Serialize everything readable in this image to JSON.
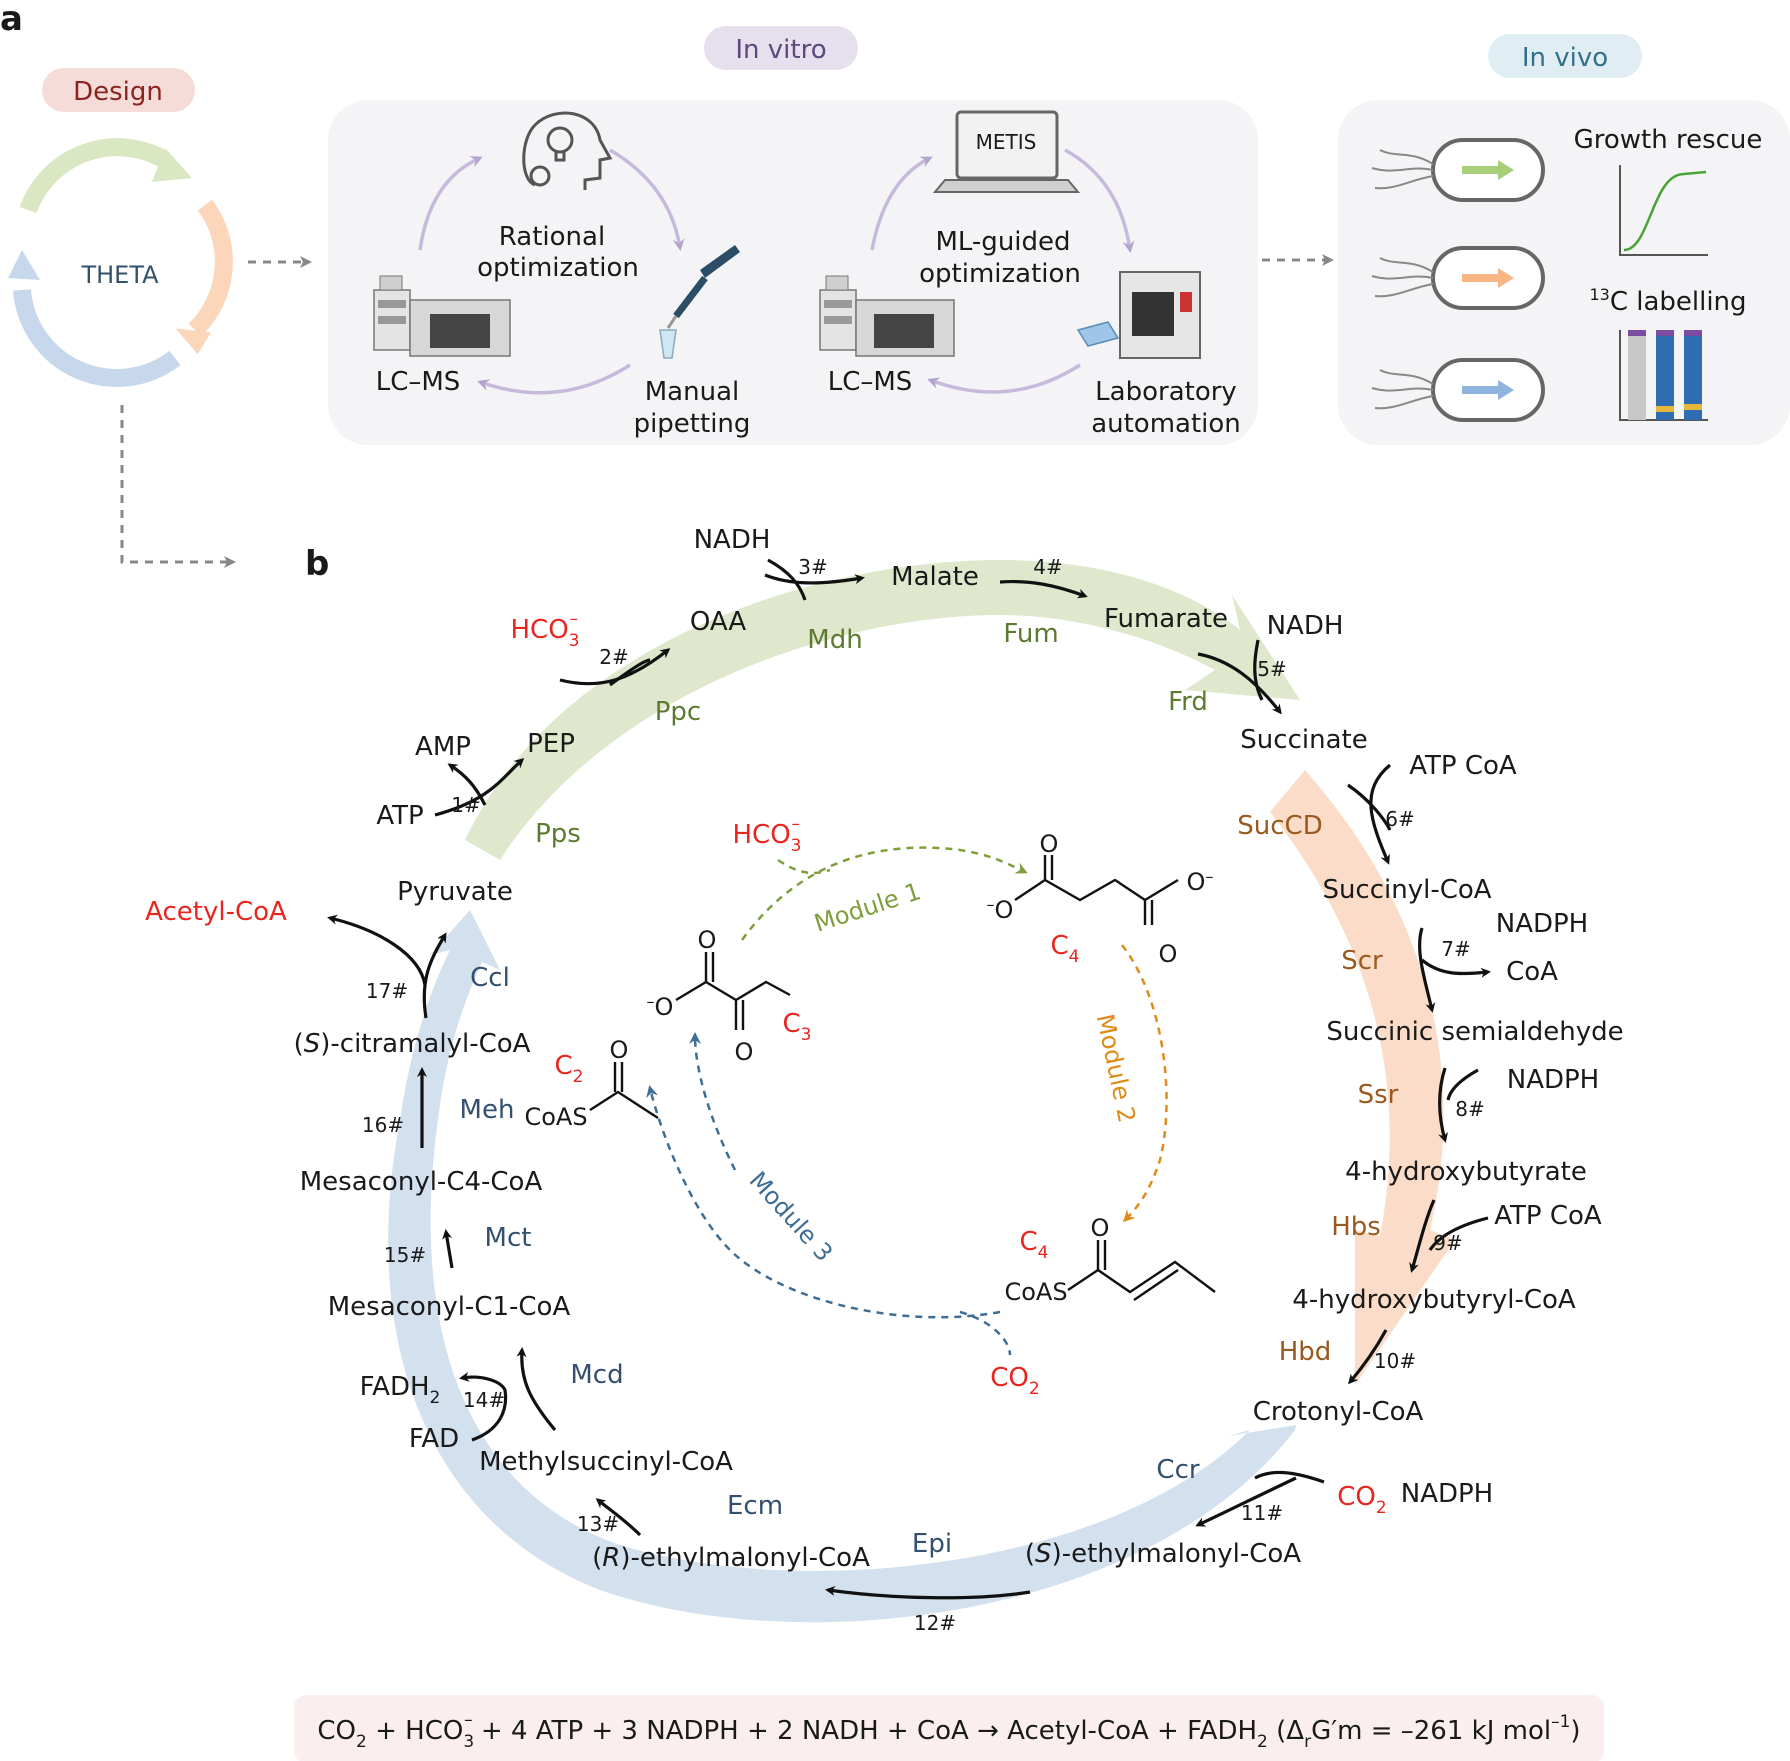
{
  "panel_a": {
    "label": "a",
    "design_pill": "Design",
    "design_cycle_label": "THETA",
    "invitro_pill": "In vitro",
    "invivo_pill": "In vivo",
    "rational": {
      "line1": "Rational",
      "line2": "optimization"
    },
    "lcms_1": "LC–MS",
    "manual": {
      "line1": "Manual",
      "line2": "pipetting"
    },
    "laptop_label": "METIS",
    "ml_guided": {
      "line1": "ML-guided",
      "line2": "optimization"
    },
    "lcms_2": "LC–MS",
    "lab_auto": {
      "line1": "Laboratory",
      "line2": "automation"
    },
    "growth_rescue": "Growth rescue",
    "labelling": {
      "sup": "13",
      "rest": "C labelling"
    },
    "colors": {
      "design": "#f6dcd9",
      "invitro": "#e6e0ee",
      "invivo": "#e0eef3",
      "panel_bg": "#f4f4f7"
    }
  },
  "panel_b": {
    "label": "b",
    "metabolites": {
      "pyruvate": "Pyruvate",
      "pep": "PEP",
      "oaa": "OAA",
      "malate": "Malate",
      "fumarate": "Fumarate",
      "succinate": "Succinate",
      "succinyl_coa": "Succinyl-CoA",
      "ssa": "Succinic semialdehyde",
      "hb": "4-hydroxybutyrate",
      "hb_coa": "4-hydroxybutyryl-CoA",
      "crotonyl_coa": "Crotonyl-CoA",
      "s_emc": "-ethylmalonyl-CoA",
      "r_emc": "-ethylmalonyl-CoA",
      "msc": "Methylsuccinyl-CoA",
      "mesc1": "Mesaconyl-C1-CoA",
      "mesc4": "Mesaconyl-C4-CoA",
      "citramalyl": "-citramalyl-CoA",
      "acetyl_coa": "Acetyl-CoA"
    },
    "stereo": {
      "s": "S",
      "r": "R"
    },
    "cofactors": {
      "atp": "ATP",
      "amp": "AMP",
      "hco3": "HCO",
      "hco3_sub": "3",
      "hco3_sup": "–",
      "nadh": "NADH",
      "atp_coa": "ATP CoA",
      "nadph": "NADPH",
      "coa": "CoA",
      "co2": "CO",
      "co2_sub": "2",
      "fad": "FAD",
      "fadh": "FADH",
      "fadh_sub": "2"
    },
    "enzymes": {
      "pps": "Pps",
      "ppc": "Ppc",
      "mdh": "Mdh",
      "fum": "Fum",
      "frd": "Frd",
      "succd": "SucCD",
      "scr": "Scr",
      "ssr": "Ssr",
      "hbs": "Hbs",
      "hbd": "Hbd",
      "ccr": "Ccr",
      "epi": "Epi",
      "ecm": "Ecm",
      "mcd": "Mcd",
      "mct": "Mct",
      "meh": "Meh",
      "ccl": "Ccl"
    },
    "steps": [
      "1#",
      "2#",
      "3#",
      "4#",
      "5#",
      "6#",
      "7#",
      "8#",
      "9#",
      "10#",
      "11#",
      "12#",
      "13#",
      "14#",
      "15#",
      "16#",
      "17#"
    ],
    "modules": {
      "m1": "Module 1",
      "m2": "Module 2",
      "m3": "Module 3"
    },
    "structures": {
      "c3": "C",
      "c3_sub": "3",
      "c4": "C",
      "c4_sub": "4",
      "c2": "C",
      "c2_sub": "2",
      "coas": "CoAS",
      "o": "O",
      "o_minus": "O",
      "minus": "–"
    },
    "colors": {
      "arc_green": "#dfe8cc",
      "arc_orange": "#fbdcc8",
      "arc_blue": "#d3e0ee",
      "module1": "#7f9e3c",
      "module2": "#e08a1a",
      "module3": "#3f6d93",
      "red": "#e8261f"
    }
  },
  "equation": {
    "p1": "CO",
    "s1": "2",
    "p2": " + HCO",
    "s2": "3",
    "sup2": "–",
    "p3": " + 4 ATP  + 3 NADPH  + 2 NADH + CoA → Acetyl-CoA + FADH",
    "s3": "2",
    "p4": " (Δ",
    "s4": "r",
    "p5": "G′m = –261 kJ mol",
    "sup5": "–1",
    "p6": ")",
    "bg": "#fbeeee"
  }
}
